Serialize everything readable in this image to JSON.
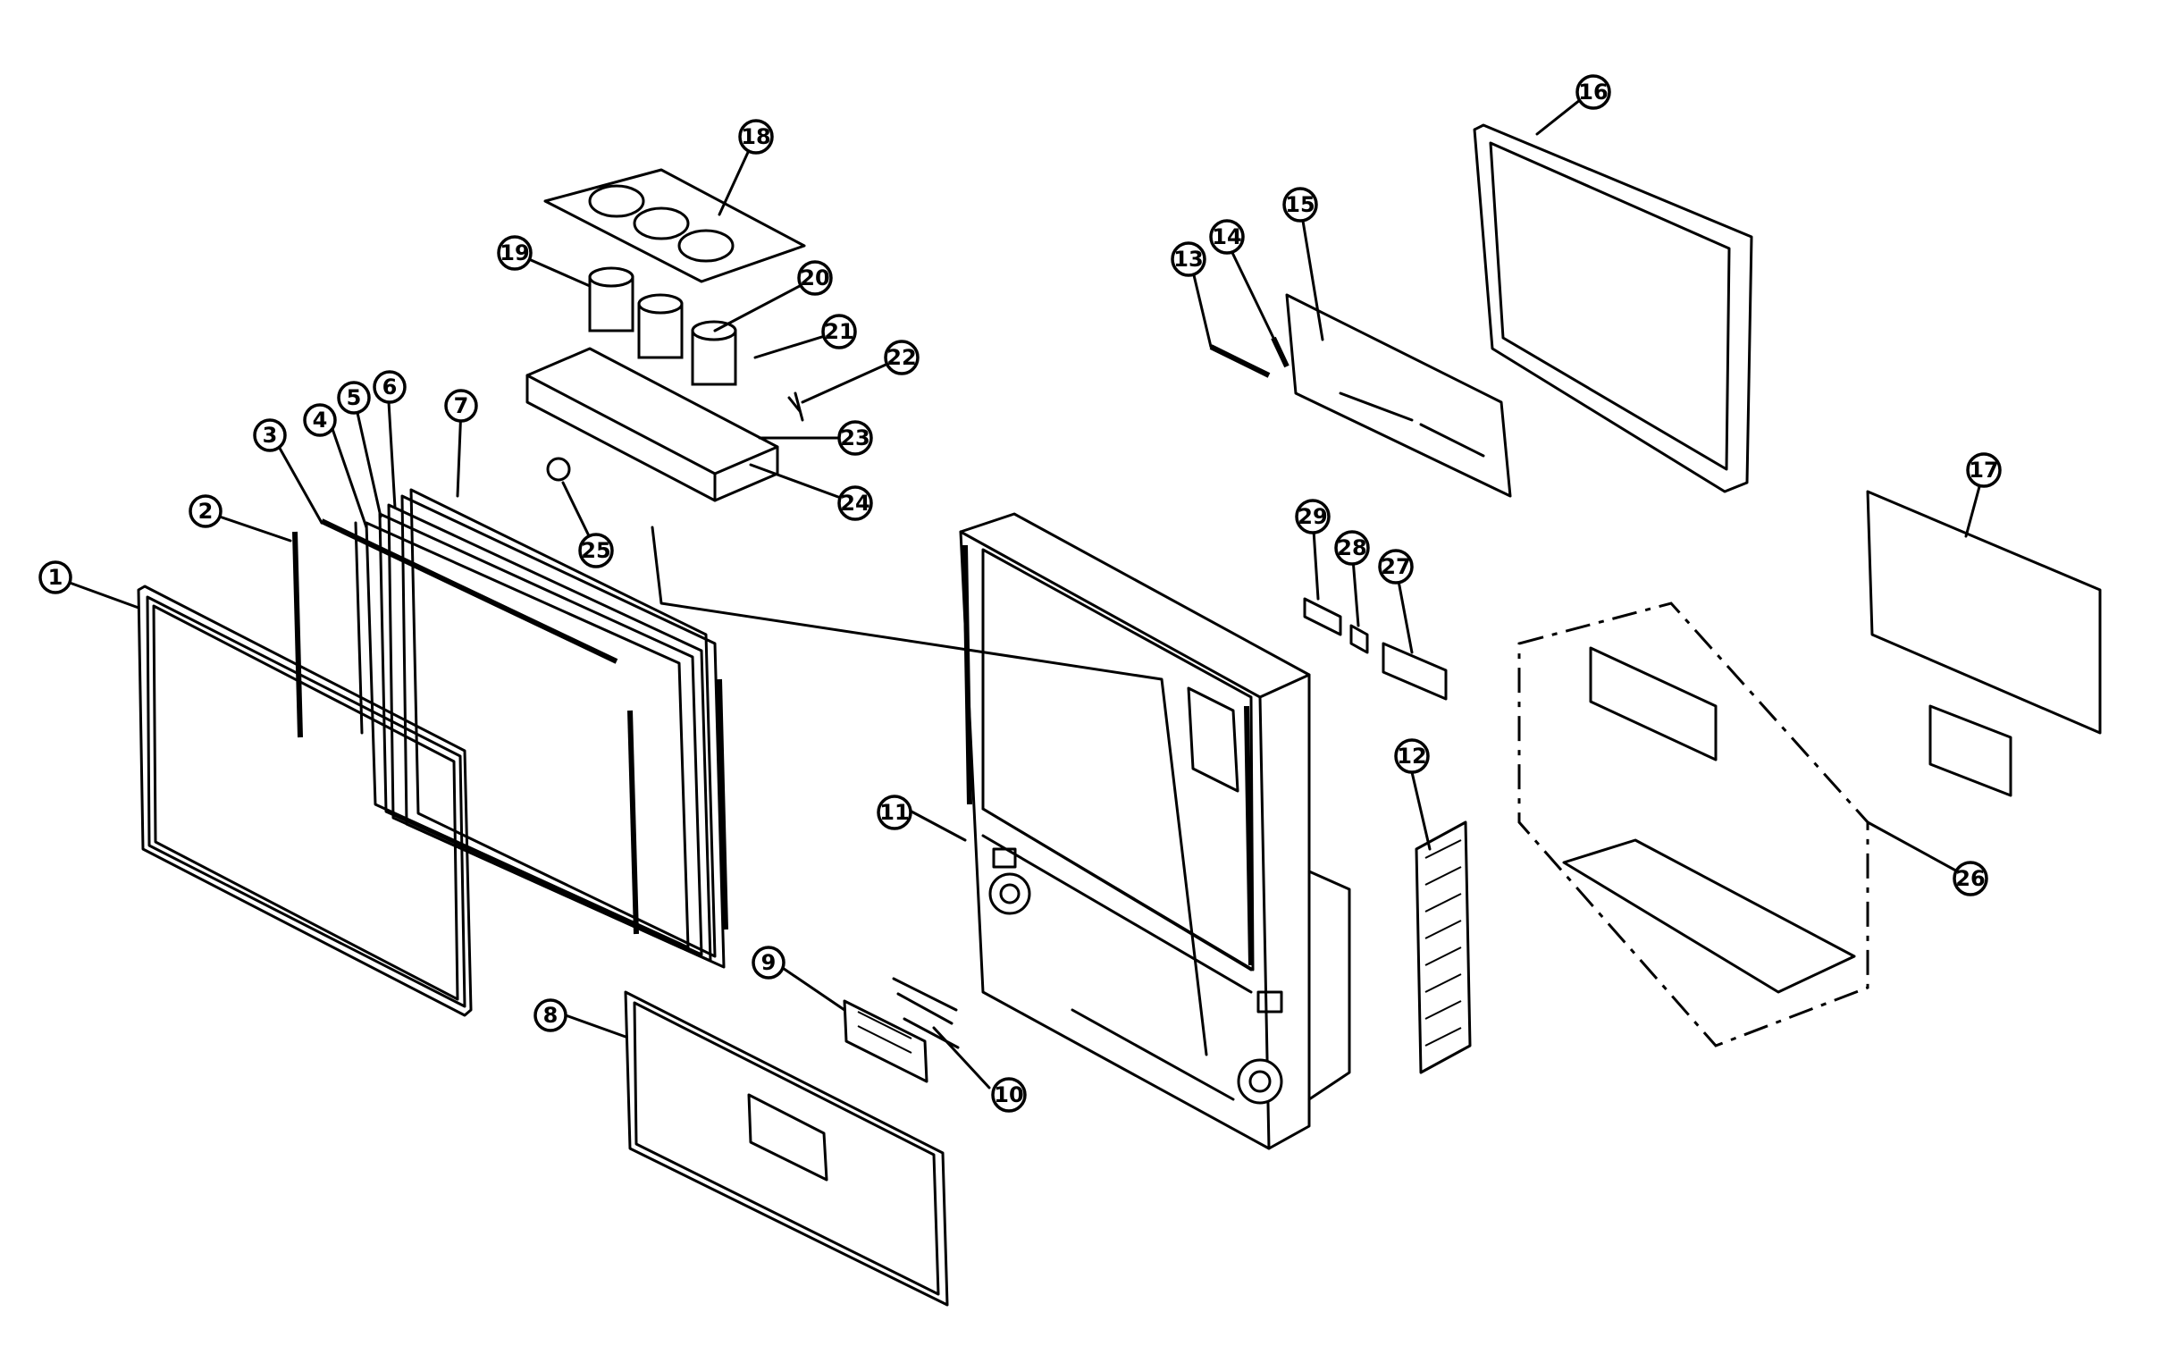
{
  "callouts": [
    {
      "id": "p1",
      "label": "1"
    },
    {
      "id": "p2",
      "label": "2"
    },
    {
      "id": "p3",
      "label": "3"
    },
    {
      "id": "p4",
      "label": "4"
    },
    {
      "id": "p5",
      "label": "5"
    },
    {
      "id": "p6",
      "label": "6"
    },
    {
      "id": "p7",
      "label": "7"
    },
    {
      "id": "p8",
      "label": "8"
    },
    {
      "id": "p9",
      "label": "9"
    },
    {
      "id": "p10",
      "label": "10"
    },
    {
      "id": "p11",
      "label": "11"
    },
    {
      "id": "p12",
      "label": "12"
    },
    {
      "id": "p13",
      "label": "13"
    },
    {
      "id": "p14",
      "label": "14"
    },
    {
      "id": "p15",
      "label": "15"
    },
    {
      "id": "p16",
      "label": "16"
    },
    {
      "id": "p17",
      "label": "17"
    },
    {
      "id": "p18",
      "label": "18"
    },
    {
      "id": "p19",
      "label": "19"
    },
    {
      "id": "p20",
      "label": "20"
    },
    {
      "id": "p21",
      "label": "21"
    },
    {
      "id": "p22",
      "label": "22"
    },
    {
      "id": "p23",
      "label": "23"
    },
    {
      "id": "p24",
      "label": "24"
    },
    {
      "id": "p25",
      "label": "25"
    },
    {
      "id": "p26",
      "label": "26"
    },
    {
      "id": "p27",
      "label": "27"
    },
    {
      "id": "p28",
      "label": "28"
    },
    {
      "id": "p29",
      "label": "29"
    }
  ]
}
